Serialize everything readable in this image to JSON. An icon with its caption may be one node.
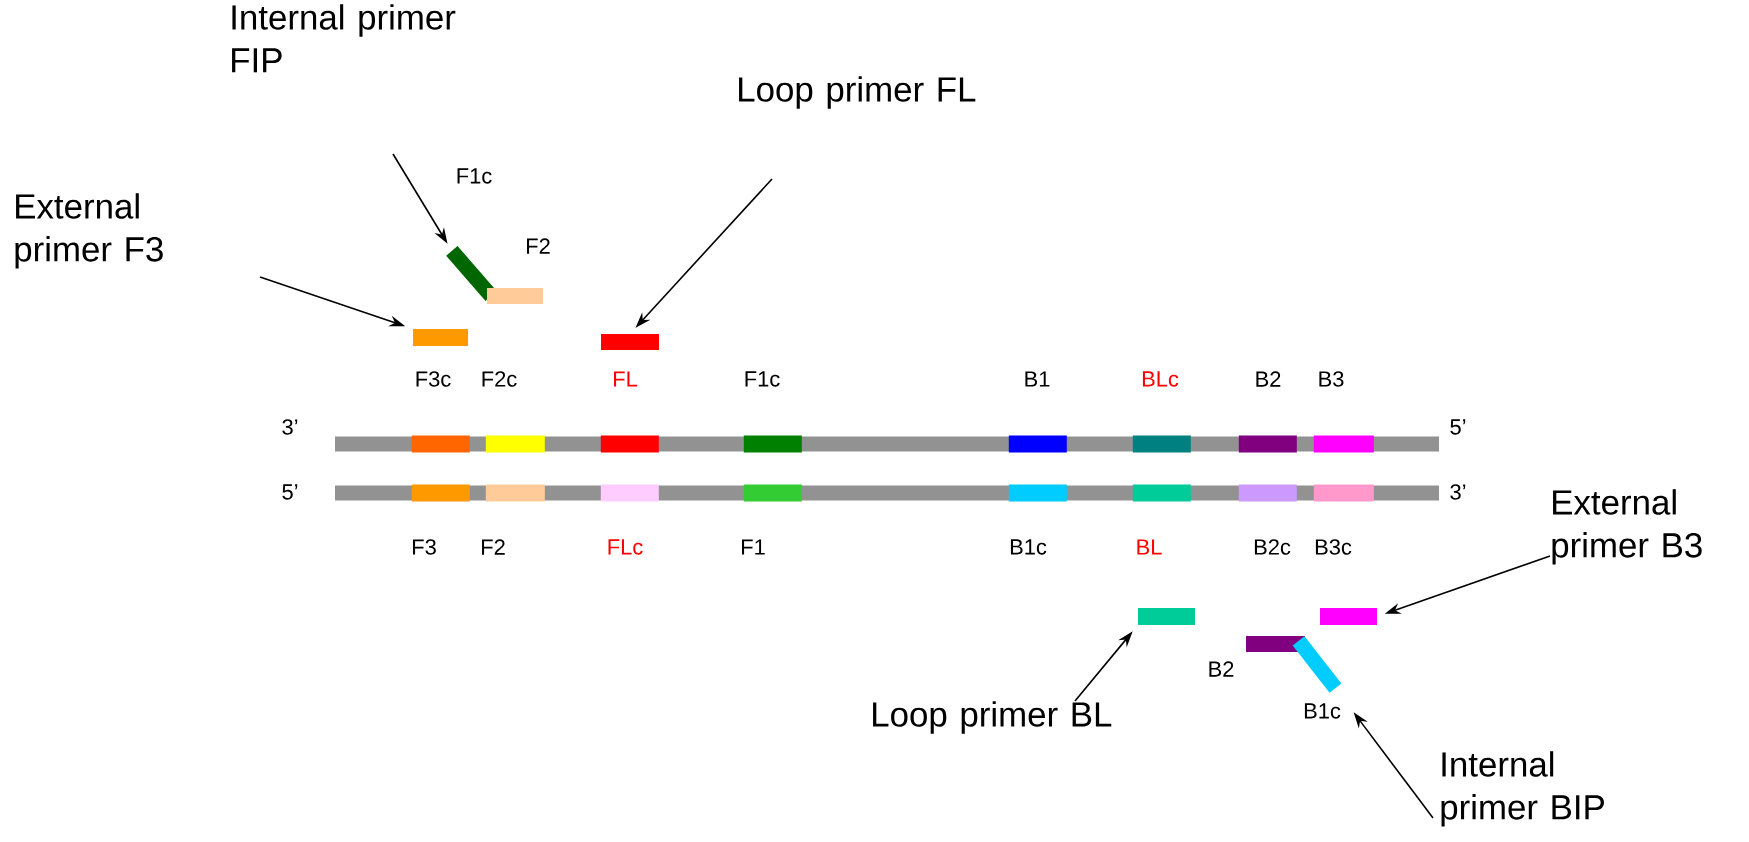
{
  "diagram": {
    "nodes": [
      {
        "text": [
          "Internal primer FIP"
        ]
      },
      {
        "text": [
          "Loop primer FL"
        ]
      },
      {
        "text": [
          "External primer F3"
        ]
      },
      {
        "text": [],
        "shape": "bar",
        "beside": [
          "F1c"
        ]
      },
      {
        "text": [],
        "shape": "bar",
        "beside": [
          "F2"
        ]
      },
      {
        "text": [],
        "shape": "bar"
      },
      {
        "text": [],
        "shape": "bar"
      },
      {
        "text": [],
        "shape": "bar",
        "beside": [
          "3’",
          "5’"
        ]
      },
      {
        "text": [],
        "shape": "bar",
        "in": 7
      },
      {
        "text": [],
        "shape": "bar",
        "in": 7
      },
      {
        "text": [],
        "shape": "bar",
        "in": 7
      },
      {
        "text": [],
        "shape": "bar",
        "in": 7
      },
      {
        "text": [],
        "shape": "bar",
        "in": 7
      },
      {
        "text": [],
        "shape": "bar",
        "in": 7
      },
      {
        "text": [],
        "shape": "bar",
        "in": 7
      },
      {
        "text": [],
        "shape": "bar",
        "in": 7
      },
      {
        "text": [],
        "shape": "bar",
        "beside": [
          "5’",
          "3’"
        ]
      },
      {
        "text": [],
        "shape": "bar",
        "in": 16,
        "beside": [
          "F3"
        ]
      },
      {
        "text": [],
        "shape": "bar",
        "in": 16,
        "beside": [
          "F2"
        ]
      },
      {
        "text": [],
        "shape": "bar",
        "in": 16,
        "beside": [
          "FLc"
        ]
      },
      {
        "text": [],
        "shape": "bar",
        "in": 16,
        "beside": [
          "F1"
        ]
      },
      {
        "text": [],
        "shape": "bar",
        "in": 16,
        "beside": [
          "B1c"
        ]
      },
      {
        "text": [],
        "shape": "bar",
        "in": 16,
        "beside": [
          "BL"
        ]
      },
      {
        "text": [],
        "shape": "bar",
        "in": 16,
        "beside": [
          "B2c"
        ]
      },
      {
        "text": [],
        "shape": "bar",
        "in": 16,
        "beside": [
          "B3c"
        ]
      },
      {
        "text": [
          "External primer B3"
        ]
      },
      {
        "text": [],
        "shape": "bar"
      },
      {
        "text": [],
        "shape": "bar"
      },
      {
        "text": [],
        "shape": "bar",
        "beside": [
          "B2"
        ]
      },
      {
        "text": [],
        "shape": "bar",
        "beside": [
          "B1c"
        ]
      },
      {
        "text": [
          "Loop primer BL"
        ]
      },
      {
        "text": [
          "Internal primer BIP"
        ]
      }
    ],
    "edges": [
      {
        "from": 0,
        "to": 3,
        "arrow": "to"
      },
      {
        "from": 1,
        "to": 6,
        "arrow": "to"
      },
      {
        "from": 2,
        "to": 5,
        "arrow": "to"
      },
      {
        "from": 25,
        "to": 27,
        "arrow": "to"
      },
      {
        "from": 30,
        "to": 26,
        "arrow": "to"
      },
      {
        "from": 31,
        "to": 29,
        "arrow": "to"
      }
    ],
    "labels": [
      "F3c",
      "F2c",
      "FL",
      "F1c",
      "B1",
      "BLc",
      "B2",
      "B3"
    ]
  }
}
